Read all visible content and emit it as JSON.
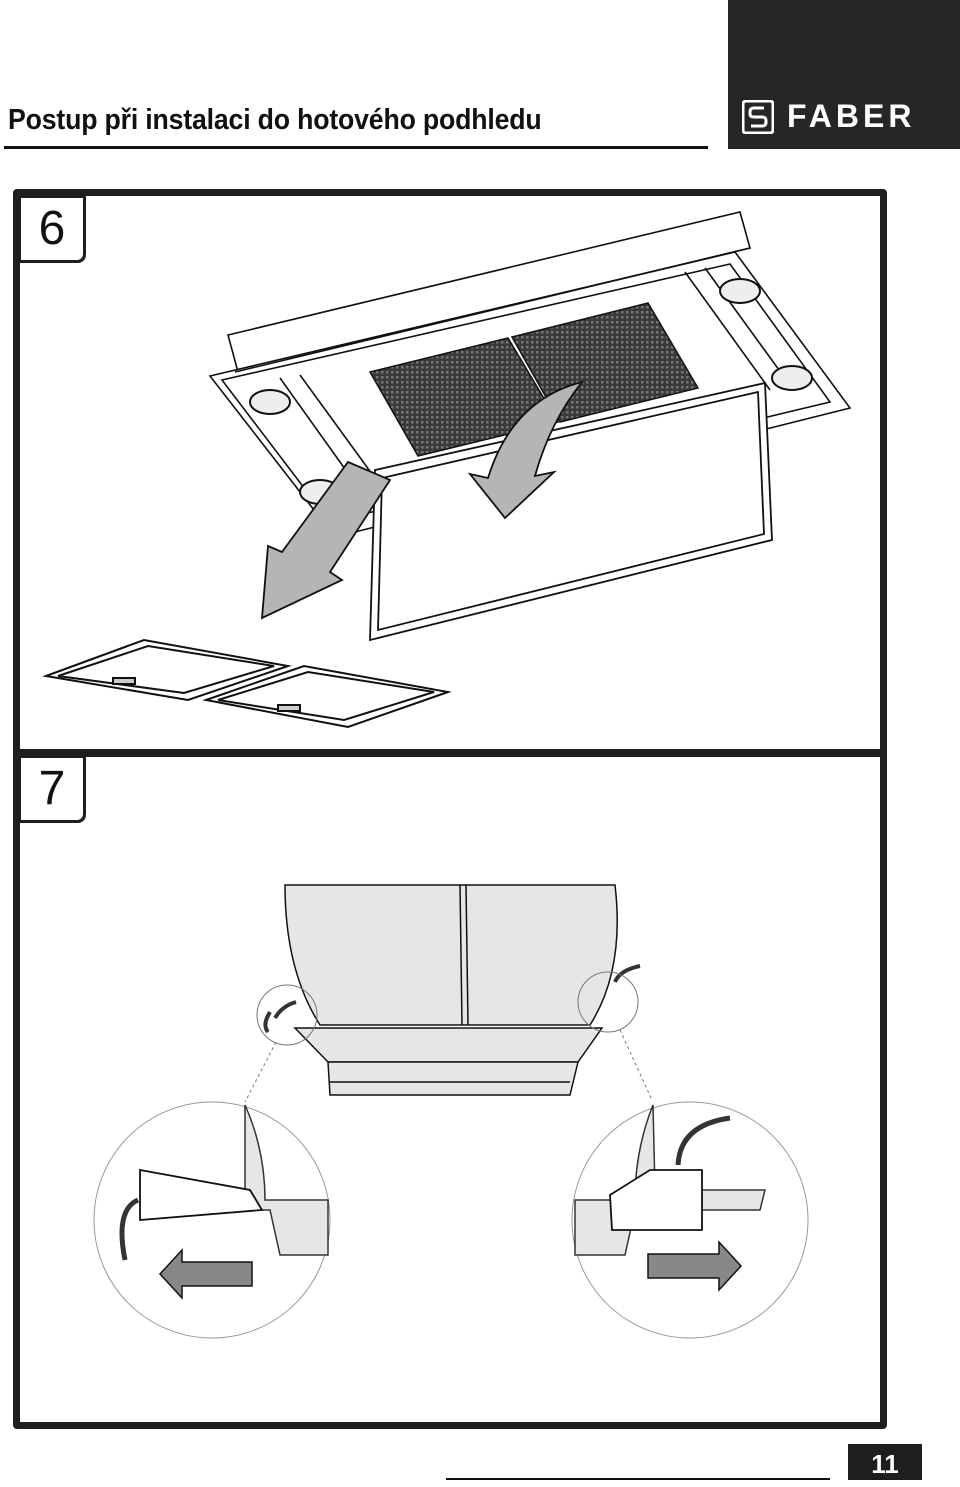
{
  "header": {
    "title": "Postup při instalaci do hotového podhledu",
    "brand": "FABER"
  },
  "steps": [
    {
      "number": "6"
    },
    {
      "number": "7"
    }
  ],
  "footer": {
    "page_number": "11"
  },
  "icons": {
    "brand_logo": "faber-logo-icon",
    "arrows": "arrow-icon"
  },
  "colors": {
    "frame": "#1e1e1e",
    "brand_bg": "#262626",
    "arrow_fill": "#b5b5b5",
    "filter_mesh": "#3a3a3a",
    "body_shade": "#e6e6e6"
  }
}
